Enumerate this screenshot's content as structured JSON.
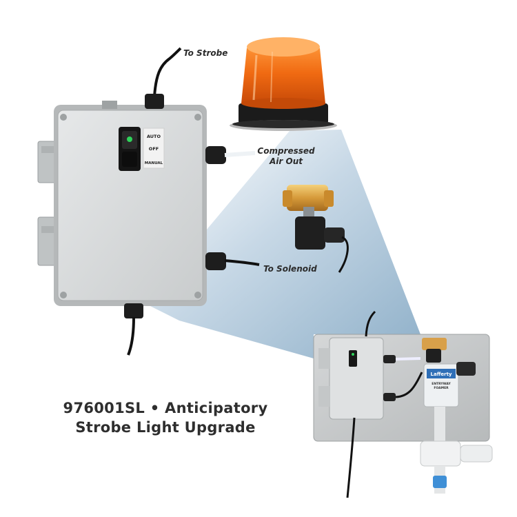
{
  "switch_panel": {
    "auto": "AUTO",
    "off": "OFF",
    "manual": "MANUAL"
  },
  "callouts": {
    "to_strobe": "To Strobe",
    "compressed_air_line1": "Compressed",
    "compressed_air_line2": "Air Out",
    "to_solenoid": "To Solenoid"
  },
  "caption": {
    "line1": "976001SL • Anticipatory",
    "line2": "Strobe Light Upgrade"
  },
  "inset": {
    "brand": "Lafferty",
    "product_line1": "ENTRYWAY",
    "product_line2": "FOAMER"
  },
  "colors": {
    "strobe_lens": "#f06a12",
    "status_led": "#2fd35a",
    "highlight_wedge": "#a9c3d8",
    "enclosure": "#d9dbdc"
  }
}
